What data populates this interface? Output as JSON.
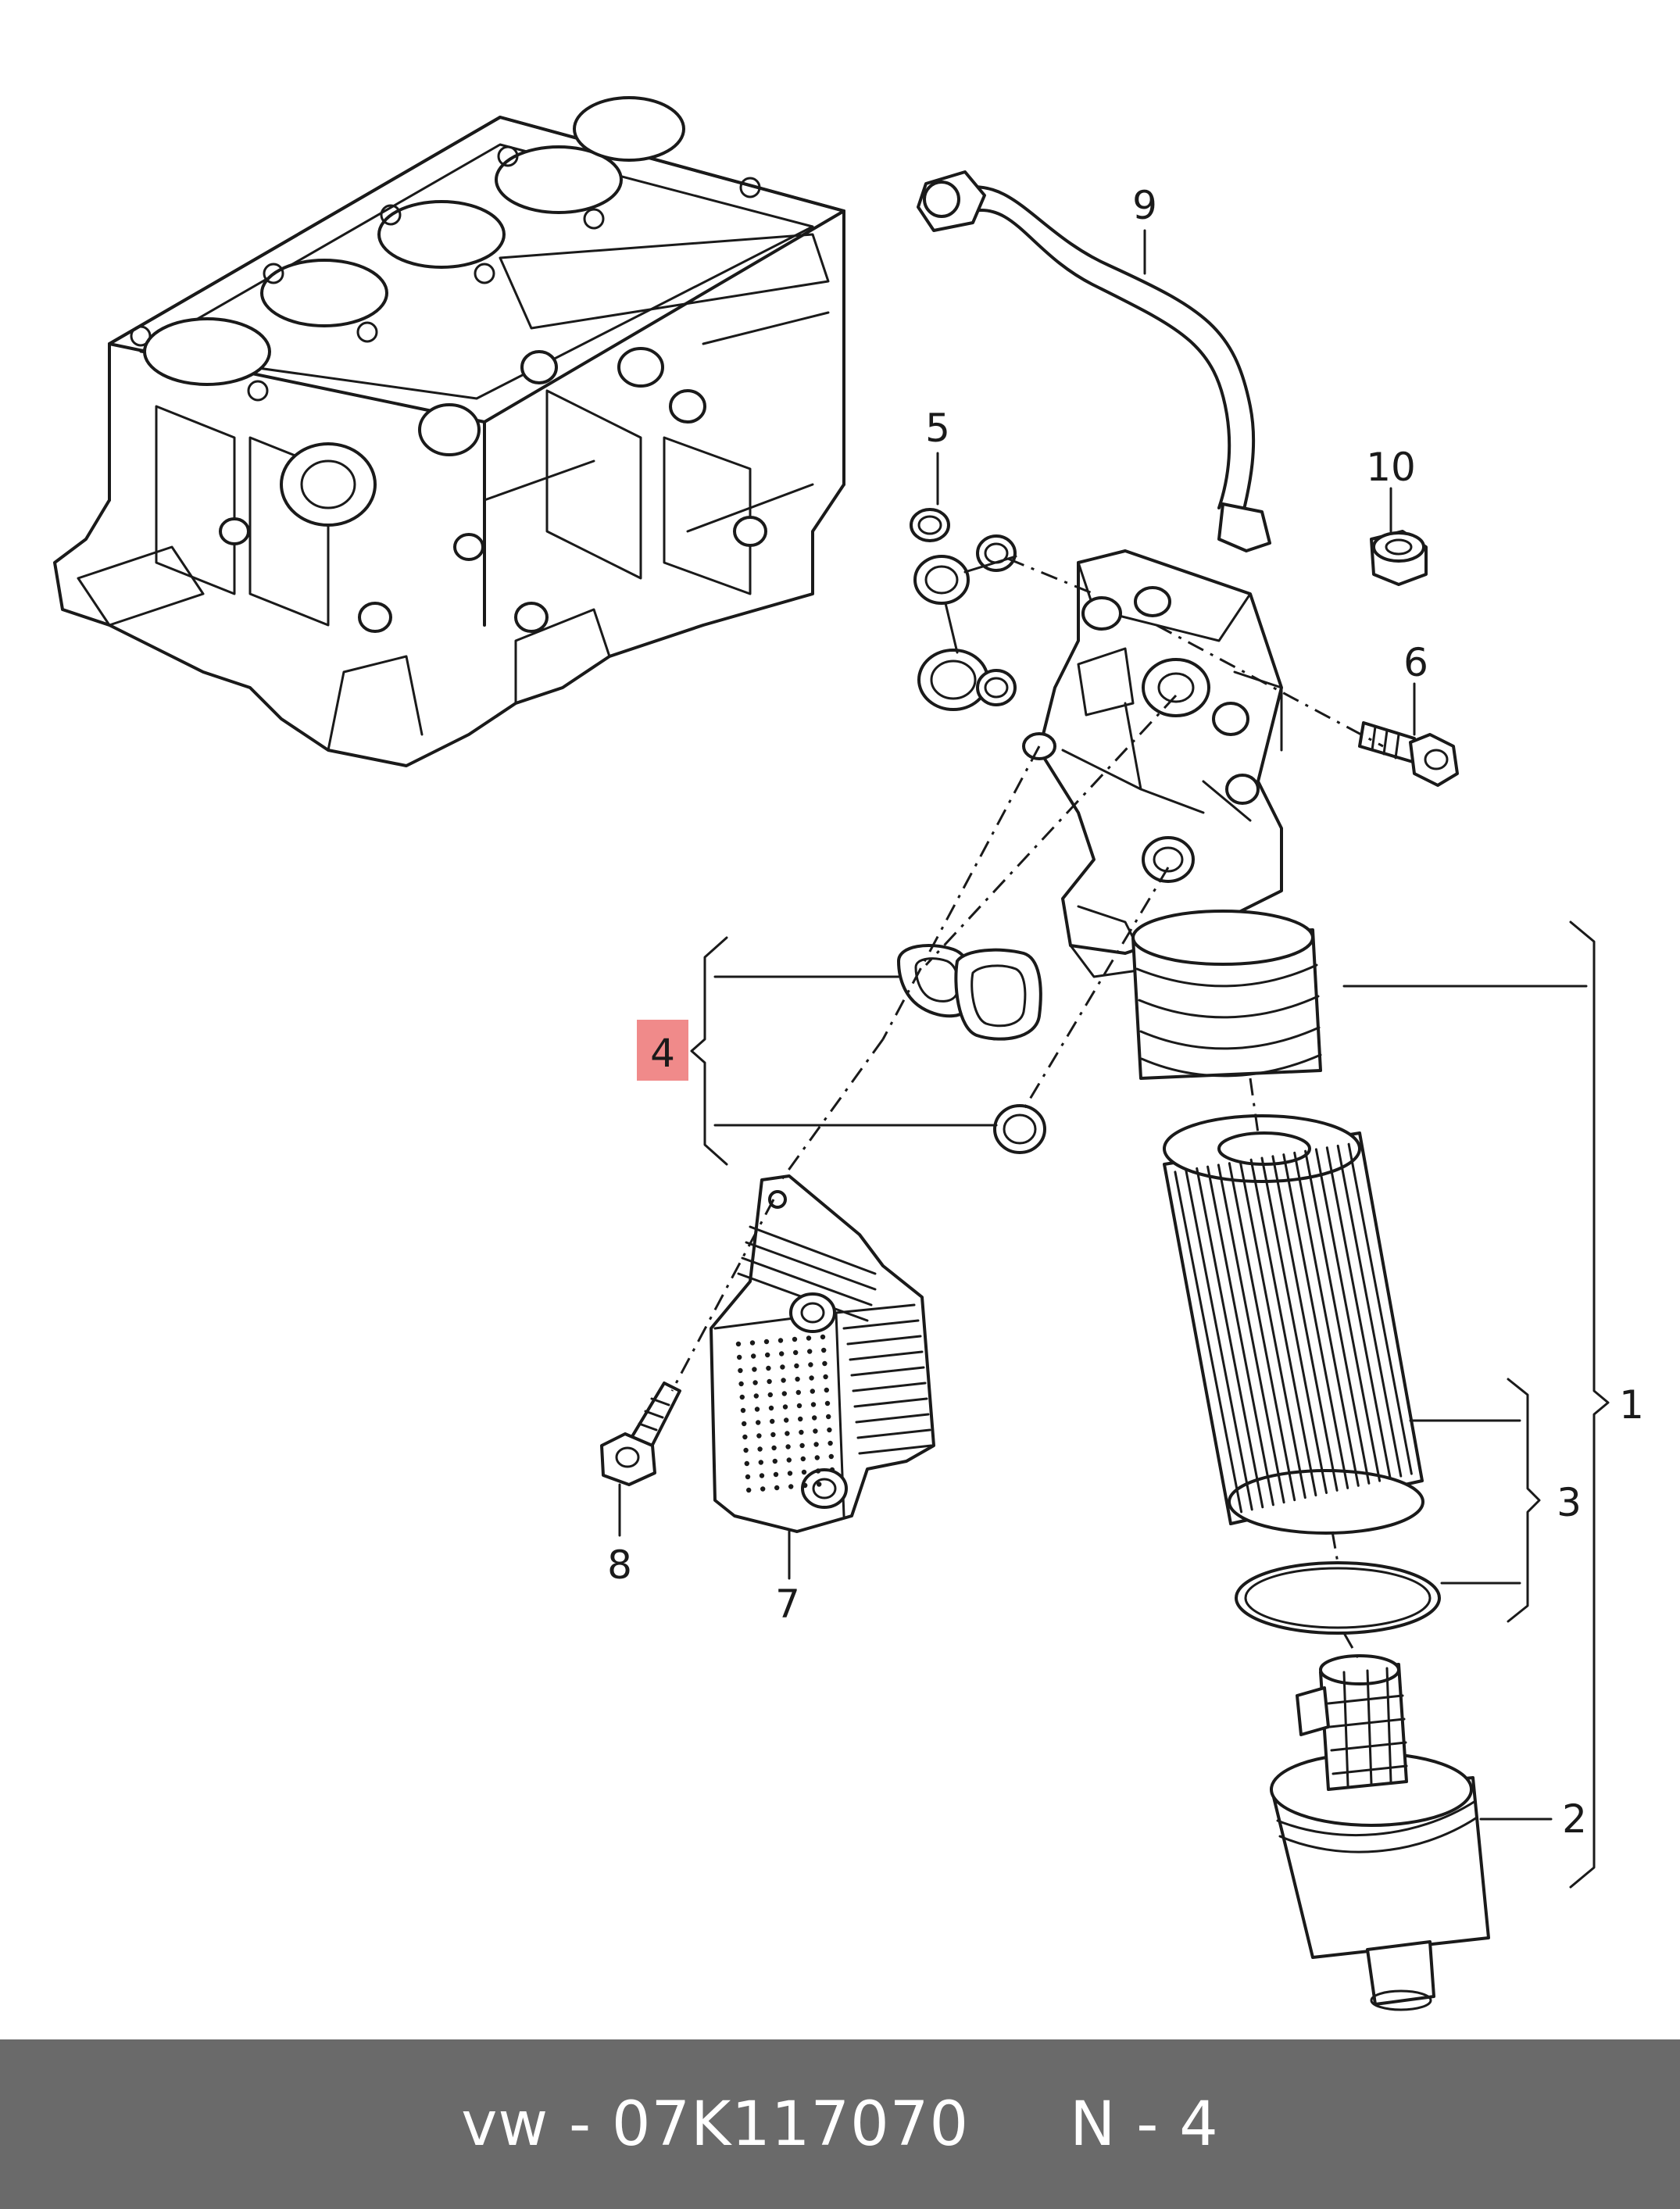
{
  "callouts": {
    "c1": "1",
    "c2": "2",
    "c3": "3",
    "c4": "4",
    "c5": "5",
    "c6": "6",
    "c7": "7",
    "c8": "8",
    "c9": "9",
    "c10": "10"
  },
  "highlight_color": "#f08a8a",
  "footer": {
    "brand": "vw",
    "part_number": "07K117070",
    "position": "N - 4"
  }
}
